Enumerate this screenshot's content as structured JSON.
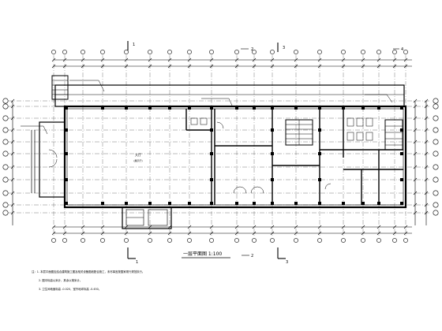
{
  "drawing": {
    "section_marks": [
      "1",
      "3",
      "1",
      "3"
    ],
    "axis_marks": [
      "2",
      "4",
      "2"
    ],
    "room_label_main": "大厅",
    "room_label_main_sub": "(展示厅)",
    "notes": [
      "注：1. 本层平面图应结合建筑施工图及相关设备图纸配合施工，未尽事宜按国家现行规范执行。",
      "2. 图中标高以米计，其余以毫米计。",
      "3. 卫生间地面标高 -0.020，室外地坪标高 -0.450。"
    ],
    "plan_title": "一层平面图 1:100"
  }
}
